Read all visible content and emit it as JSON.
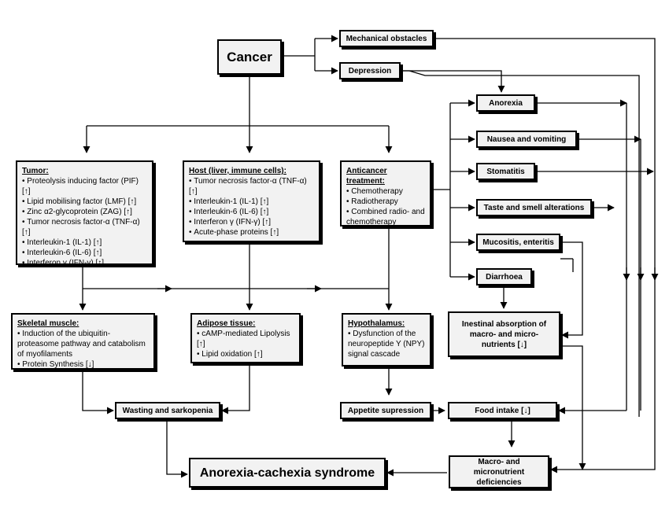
{
  "nodes": {
    "cancer": "Cancer",
    "mechanical": "Mechanical obstacles",
    "depression": "Depression",
    "anorexia": "Anorexia",
    "nausea": "Nausea and vomiting",
    "stomatitis": "Stomatitis",
    "taste": "Taste and smell alterations",
    "mucositis": "Mucositis, enteritis",
    "diarrhoea": "Diarrhoea",
    "absorption": "Inestinal absorption of macro- and micro-nutrients [↓]",
    "wasting": "Wasting and sarkopenia",
    "appetite": "Appetite supression",
    "food_intake": "Food intake [↓]",
    "deficiencies": "Macro- and micronutrient deficiencies",
    "syndrome": "Anorexia-cachexia syndrome"
  },
  "clusters": {
    "tumor": {
      "title": "Tumor:",
      "items": [
        "Proteolysis inducing factor (PIF) [↑]",
        "Lipid mobilising factor (LMF) [↑]",
        "Zinc α2-glycoprotein (ZAG) [↑]",
        "Tumor necrosis factor-α (TNF-α) [↑]",
        "Interleukin-1 (IL-1) [↑]",
        "Interleukin-6 (IL-6) [↑]",
        "Interferon γ (IFN-γ) [↑]"
      ]
    },
    "host": {
      "title": "Host (liver, immune cells):",
      "items": [
        "Tumor necrosis factor-α (TNF-α) [↑]",
        "Interleukin-1 (IL-1) [↑]",
        "Interleukin-6 (IL-6) [↑]",
        "Interferon γ (IFN-γ) [↑]",
        "Acute-phase proteins [↑]"
      ]
    },
    "treatment": {
      "title": "Anticancer treatment:",
      "items": [
        "Chemotherapy",
        "Radiotherapy",
        "Combined radio- and chemotherapy"
      ]
    },
    "muscle": {
      "title": "Skeletal muscle:",
      "items": [
        "Induction of the ubiquitin-proteasome pathway and catabolism of myofilaments",
        "Protein Synthesis [↓]"
      ]
    },
    "adipose": {
      "title": "Adipose tissue:",
      "items": [
        "cAMP-mediated Lipolysis [↑]",
        "Lipid oxidation [↑]"
      ]
    },
    "hypothalamus": {
      "title": "Hypothalamus:",
      "items": [
        "Dysfunction of the neuropeptide Y (NPY) signal cascade"
      ]
    }
  }
}
